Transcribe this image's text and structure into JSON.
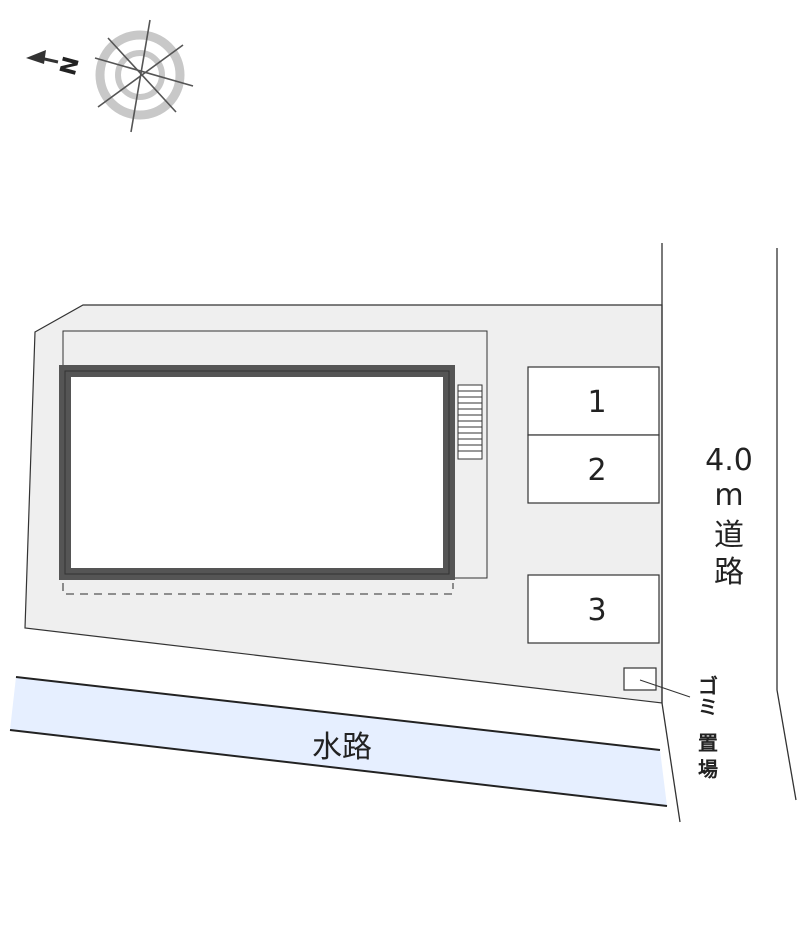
{
  "compass": {
    "north_label": "N"
  },
  "parking": [
    {
      "label": "1"
    },
    {
      "label": "2"
    },
    {
      "label": "3"
    }
  ],
  "road": {
    "width": "4.0",
    "unit": "m",
    "char1": "道",
    "char2": "路"
  },
  "waterway": {
    "label": "水路"
  },
  "garbage": {
    "char1": "ゴ",
    "char2": "ミ",
    "char3": "置",
    "char4": "場"
  },
  "colors": {
    "lot_fill": "#efefef",
    "building_wall": "#555555",
    "water_fill": "#e6efff",
    "line": "#333333"
  }
}
